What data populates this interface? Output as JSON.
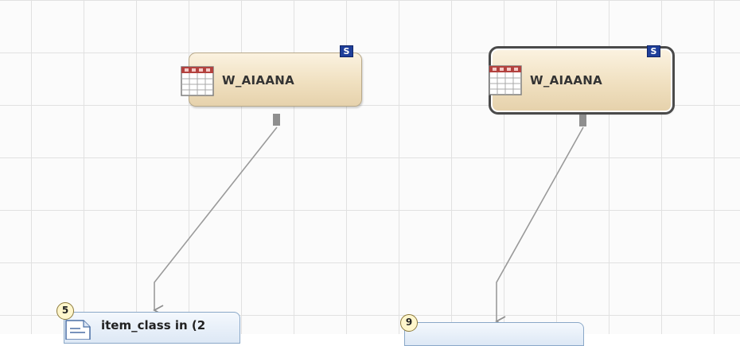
{
  "canvas": {
    "grid_color": "#e1e1e1",
    "background_color": "#fbfbfb"
  },
  "nodes": [
    {
      "label": "W_AIAANA",
      "badge": "S",
      "selected": false,
      "icon": "table-icon"
    },
    {
      "label": "W_AIAANA",
      "badge": "S",
      "selected": true,
      "icon": "table-icon"
    }
  ],
  "bottom_nodes": [
    {
      "step": "5",
      "label": "item_class in (2",
      "icon": "document-icon"
    },
    {
      "step": "9",
      "label": "",
      "icon": ""
    }
  ],
  "colors": {
    "node_fill": "#f0e0c0",
    "node_border": "#b8a98a",
    "badge_blue": "#1f3f9a",
    "connector": "#8f8f8f",
    "bottom_node_fill": "#dde8f5",
    "bottom_node_border": "#8aa8c8",
    "step_badge_fill": "#fff6cc"
  }
}
